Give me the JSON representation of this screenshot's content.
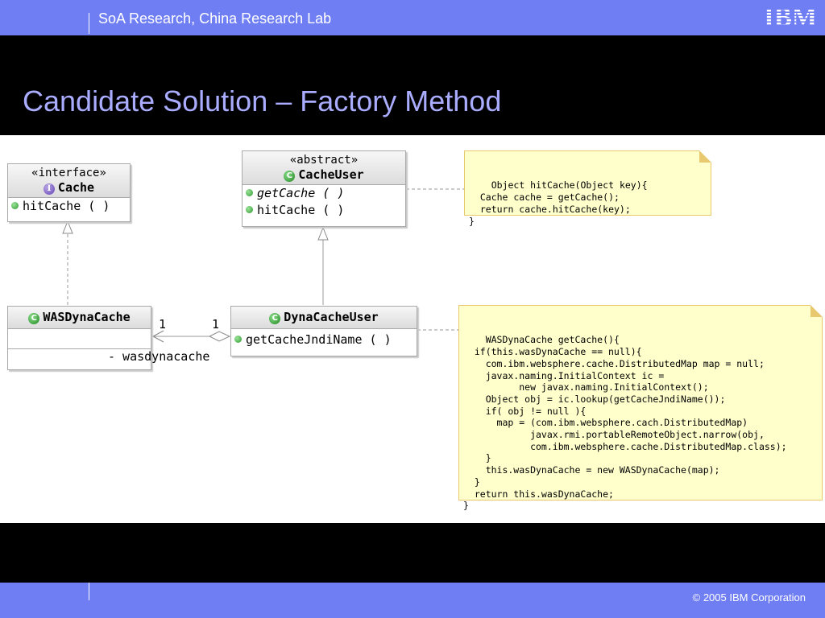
{
  "header": {
    "title": "SoA Research, China Research Lab",
    "logo": "IBM"
  },
  "slide": {
    "title": "Candidate Solution – Factory Method"
  },
  "diagram": {
    "cache": {
      "stereotype": "«interface»",
      "name": "Cache",
      "operations": [
        "hitCache ( )"
      ]
    },
    "cacheuser": {
      "stereotype": "«abstract»",
      "name": "CacheUser",
      "operations": [
        "getCache ( )",
        "hitCache ( )"
      ]
    },
    "wasdynacache": {
      "name": "WASDynaCache"
    },
    "dynacacheuser": {
      "name": "DynaCacheUser",
      "operations": [
        "getCacheJndiName ( )"
      ]
    },
    "association": {
      "mult_left": "1",
      "mult_right": "1",
      "role": "- wasdynacache"
    },
    "notes": {
      "hitcache": "Object hitCache(Object key){\n  Cache cache = getCache();\n  return cache.hitCache(key);\n}",
      "getcache": "WASDynaCache getCache(){\n  if(this.wasDynaCache == null){\n    com.ibm.websphere.cache.DistributedMap map = null;\n    javax.naming.InitialContext ic =\n          new javax.naming.InitialContext();\n    Object obj = ic.lookup(getCacheJndiName());\n    if( obj != null ){\n      map = (com.ibm.websphere.cach.DistributedMap)\n            javax.rmi.portableRemoteObject.narrow(obj,\n            com.ibm.websphere.cache.DistributedMap.class);\n    }\n    this.wasDynaCache = new WASDynaCache(map);\n  }\n  return this.wasDynaCache;\n}"
    }
  },
  "footer": {
    "copyright": "© 2005 IBM Corporation"
  },
  "colors": {
    "bar": "#6F7EF3",
    "title": "#A9ACFF",
    "note_bg": "#FFFFCC",
    "note_border": "#e8c96f"
  }
}
